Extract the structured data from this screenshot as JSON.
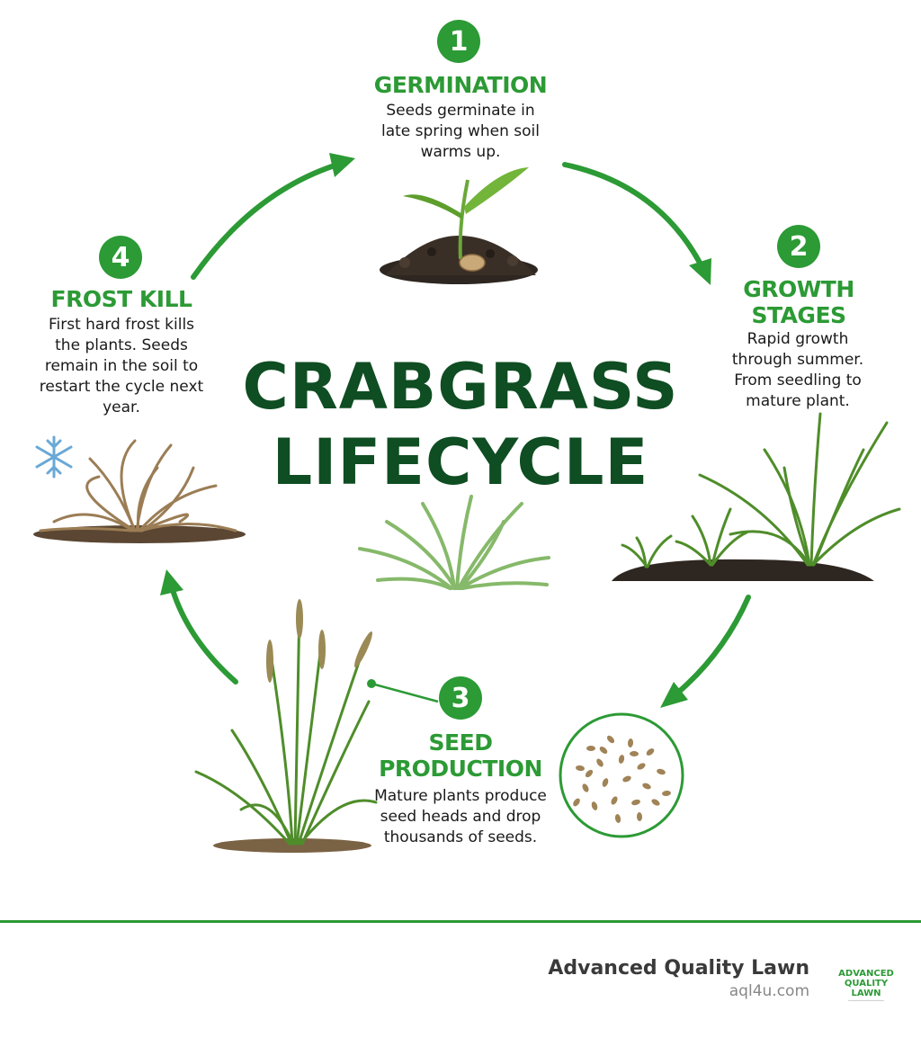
{
  "title": "CRABGRASS LIFECYCLE",
  "stages": [
    {
      "number": "1",
      "title": "GERMINATION",
      "description": "Seeds germinate in late spring when soil warms up."
    },
    {
      "number": "2",
      "title": "GROWTH STAGES",
      "description": "Rapid growth through summer. From seedling to mature plant."
    },
    {
      "number": "3",
      "title": "SEED PRODUCTION",
      "description": "Mature plants produce seed heads and drop thousands of seeds."
    },
    {
      "number": "4",
      "title": "FROST KILL",
      "description": "First hard frost kills the plants. Seeds remain in the soil to restart the cycle next year."
    }
  ],
  "footer": {
    "company": "Advanced Quality Lawn",
    "url": "aql4u.com",
    "logo_line1": "ADVANCED",
    "logo_line2": "QUALITY LAWN"
  },
  "colors": {
    "accent": "#2c9a35",
    "title": "#0f4d22",
    "soil": "#2e2620",
    "dead_grass": "#9b7d55",
    "snowflake": "#6aa8d6"
  },
  "icons": [
    "snowflake-icon",
    "seedling-icon",
    "grass-tuft-icon",
    "seed-circle-icon"
  ]
}
